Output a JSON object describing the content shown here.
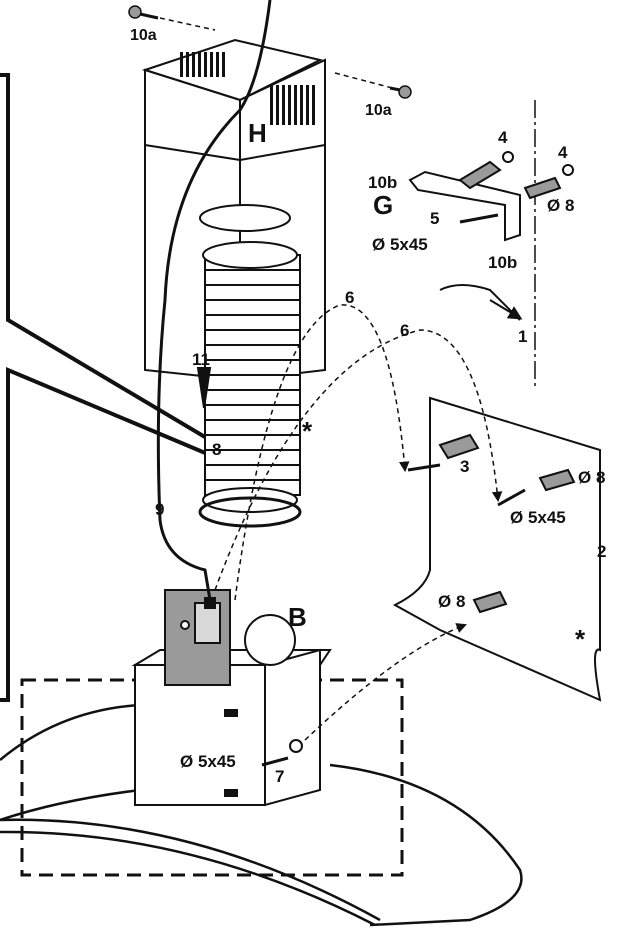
{
  "colors": {
    "ink": "#111111",
    "fill_light": "#ffffff",
    "fill_grey": "#d9d9d9",
    "fill_dark": "#9a9a9a"
  },
  "labels": {
    "screw_top_left": "10a",
    "screw_top_right": "10a",
    "chimney_letter": "H",
    "bracket_letter": "G",
    "bracket_label": "10b",
    "bracket_screw_label": "5",
    "bracket_screw_size": "Ø 5x45",
    "wall_label": "10b",
    "plug_small_a": "4",
    "plug_small_b": "4",
    "plug_dia_top": "Ø 8",
    "mark_1": "1",
    "dash_6_upper": "6",
    "dash_6_lower": "6",
    "arrow_11": "11",
    "hose_8": "8",
    "asterisk_hose": "*",
    "cable_9": "9",
    "plug_3": "3",
    "plug_dia_right": "Ø 8",
    "screw_right": "Ø 5x45",
    "bracket_2": "2",
    "plug_dia_bottom": "Ø 8",
    "asterisk_wall": "*",
    "motor_letter": "B",
    "motor_screw_size": "Ø 5x45",
    "motor_screw_7": "7"
  }
}
